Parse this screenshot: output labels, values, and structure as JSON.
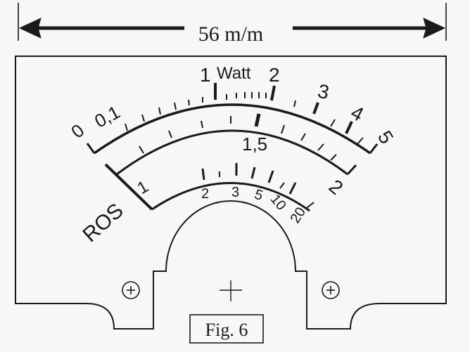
{
  "dimension": {
    "label": "56 m/m"
  },
  "watt_scale": {
    "unit": "Watt",
    "labels": [
      "0",
      "0,1",
      "1",
      "2",
      "3",
      "4",
      "5"
    ]
  },
  "middle_scale": {
    "labels": [
      "1,5",
      "2"
    ]
  },
  "ros_scale": {
    "name": "ROS",
    "labels": [
      "1",
      "2",
      "3",
      "5",
      "10",
      "20"
    ]
  },
  "caption": "Fig. 6",
  "colors": {
    "ink": "#1a1a1a",
    "paper": "#f7f7f5"
  },
  "icons": {
    "screw_hole": "circled-plus",
    "center": "crosshair"
  }
}
